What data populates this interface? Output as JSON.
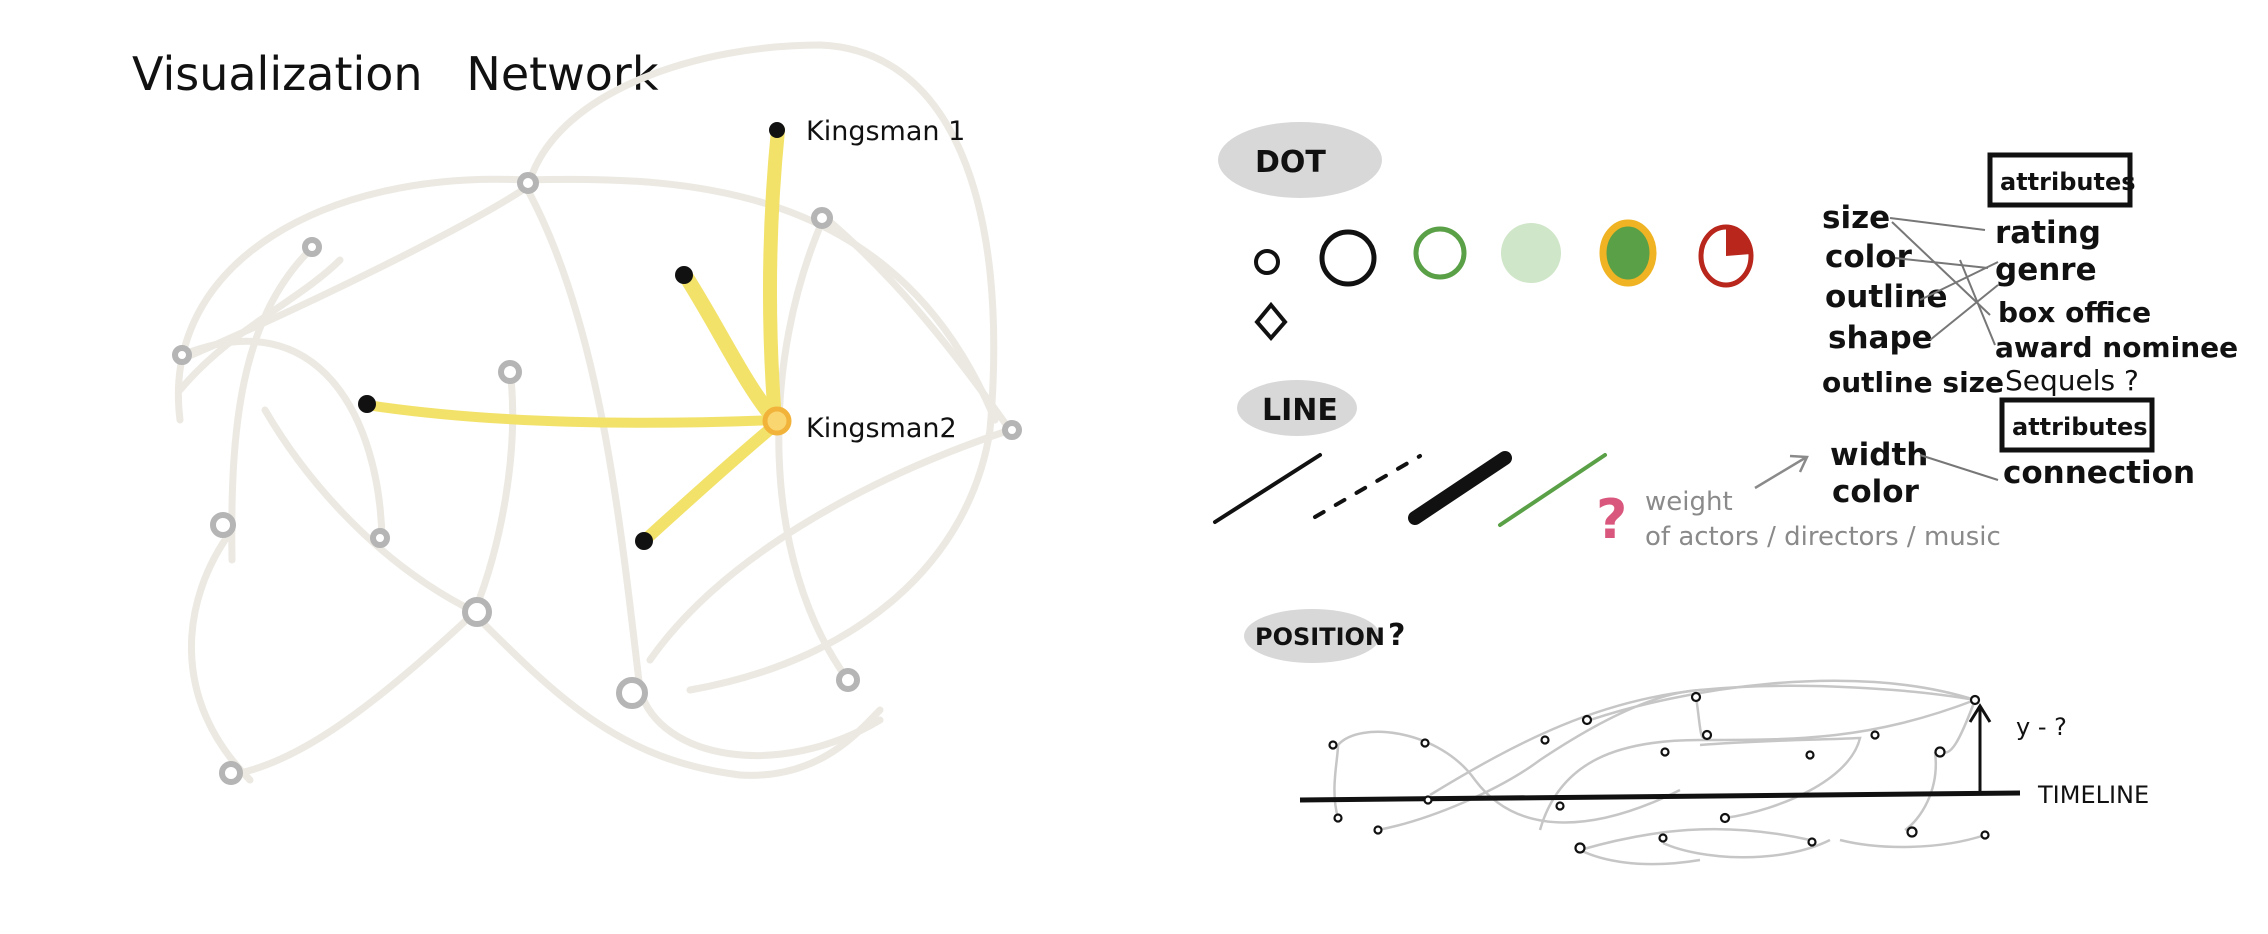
{
  "title": "Visualization   Network",
  "network": {
    "node_labels": {
      "kingsman1": "Kingsman 1",
      "kingsman2": "Kingsman2"
    },
    "colors": {
      "background_edge": "#ece9e2",
      "background_node": "#b5b5b5",
      "highlight_edge": "#f2e26a",
      "highlight_node": "#f2c14e",
      "dark_node": "#111111"
    }
  },
  "legend": {
    "dot": {
      "heading": "DOT"
    },
    "line": {
      "heading": "LINE"
    },
    "position": {
      "heading": "POSITION",
      "question": "?"
    },
    "dot_attributes": {
      "box_label": "attributes",
      "visual_channels": [
        "size",
        "color",
        "outline",
        "shape",
        "outline size"
      ],
      "data_attributes": [
        "rating",
        "genre",
        "box office",
        "award nominee",
        "Sequels ?"
      ]
    },
    "line_attributes": {
      "box_label": "attributes",
      "visual_channels": [
        "width",
        "color"
      ],
      "data_attributes": [
        "connection"
      ]
    },
    "weight_note": {
      "line1": "weight",
      "line2": "of actors / directors / music",
      "mark": "?"
    },
    "timeline": {
      "axis_label": "TIMELINE",
      "y_label": "y - ?"
    },
    "colors": {
      "green": "#5aa047",
      "light_green": "#cfe6c8",
      "orange_outline": "#f0b323",
      "red": "#b8261c"
    }
  }
}
